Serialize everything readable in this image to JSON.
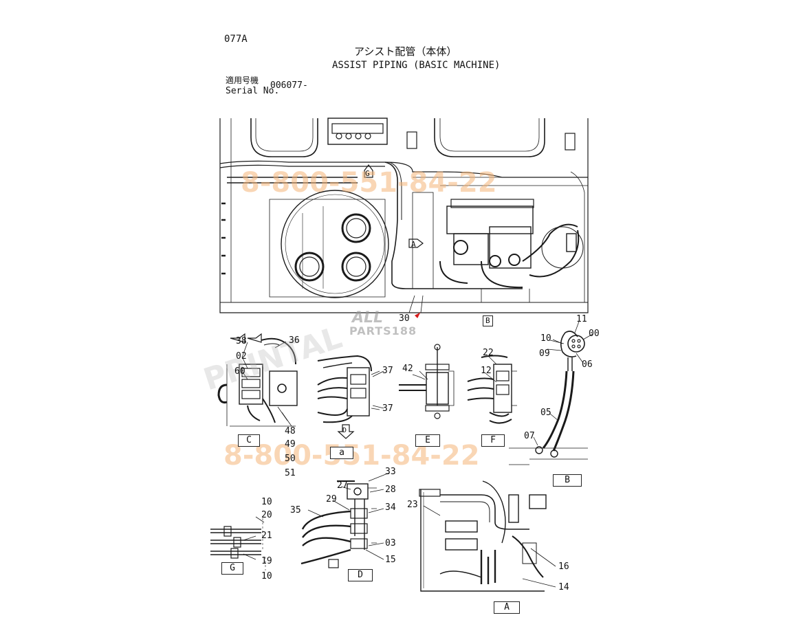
{
  "header": {
    "page_code": "077A",
    "title_jp": "アシスト配管（本体）",
    "title_en": "ASSIST PIPING (BASIC MACHINE)",
    "serial_label_jp": "適用号機",
    "serial_label_en": "Serial No.",
    "serial_value": "006077-"
  },
  "watermarks": {
    "phone_top": "8-800-551-84-22",
    "phone_bottom": "8-800-551-84-22",
    "brand_top": "ALL",
    "brand_bottom": "PARTS188",
    "diagonal": "PRINTAL"
  },
  "main_view": {
    "ref_30": "30",
    "arrow_g": "G",
    "arrow_a": "A",
    "arrow_b": "B"
  },
  "views": {
    "c": {
      "caption": "C",
      "refs": [
        "38",
        "02",
        "60",
        "36",
        "48",
        "49",
        "50",
        "51"
      ]
    },
    "a_small": {
      "caption": "a",
      "refs": [
        "37",
        "37"
      ],
      "arrow": "D"
    },
    "e": {
      "caption": "E",
      "refs": [
        "42"
      ]
    },
    "f": {
      "caption": "F",
      "refs": [
        "22",
        "12"
      ]
    },
    "b": {
      "caption": "B",
      "refs": [
        "11",
        "00",
        "10",
        "09",
        "06",
        "05",
        "07"
      ]
    },
    "g": {
      "caption": "G",
      "refs": [
        "10",
        "20",
        "21",
        "19",
        "10"
      ]
    },
    "d": {
      "caption": "D",
      "refs": [
        "33",
        "27",
        "28",
        "29",
        "34",
        "35",
        "03",
        "15"
      ]
    },
    "a": {
      "caption": "A",
      "refs": [
        "23",
        "16",
        "14"
      ]
    }
  }
}
